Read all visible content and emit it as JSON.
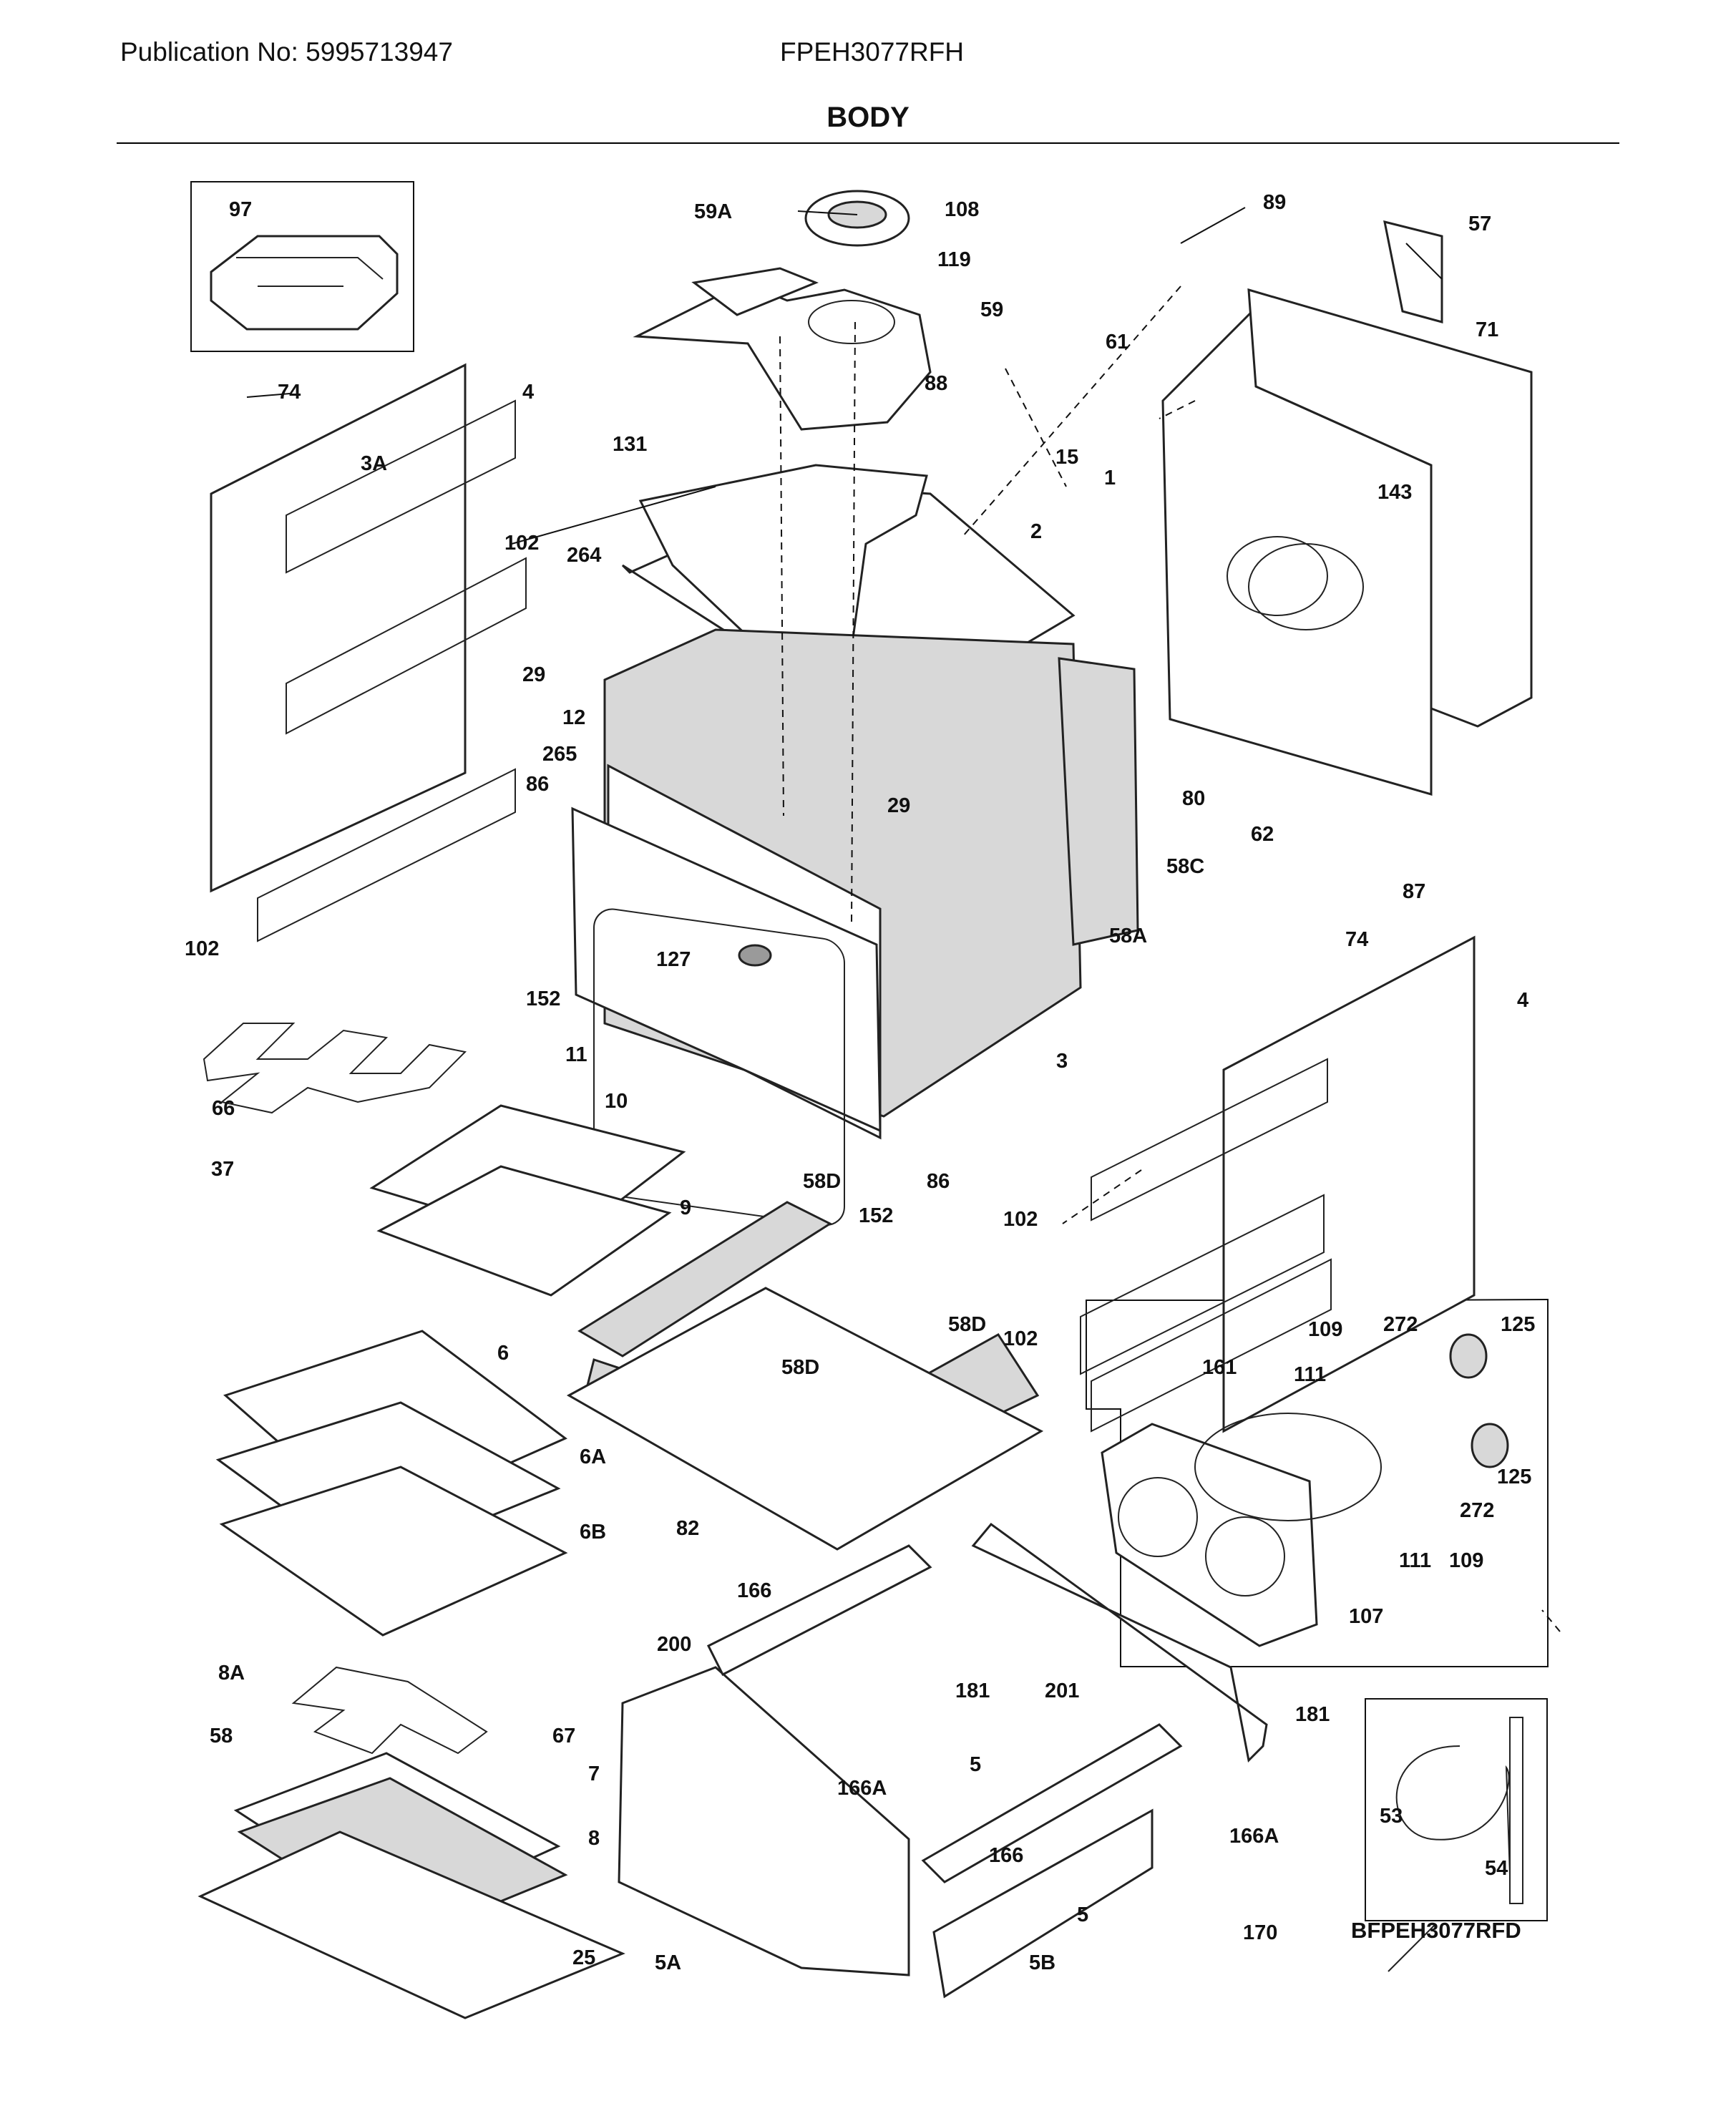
{
  "header": {
    "publication": "Publication No: 5995713947",
    "model": "FPEH3077RFH",
    "title": "BODY"
  },
  "diagram_ref": "BFPEH3077RFD",
  "labels": {
    "l97": "97",
    "l59A": "59A",
    "l108": "108",
    "l119": "119",
    "l59": "59",
    "l89": "89",
    "l57": "57",
    "l74a": "74",
    "l4a": "4",
    "l3Aa": "3A",
    "l61": "61",
    "l88": "88",
    "l71": "71",
    "l131": "131",
    "l15": "15",
    "l1": "1",
    "l143": "143",
    "l102a": "102",
    "l264": "264",
    "l2": "2",
    "l29a": "29",
    "l12": "12",
    "l265": "265",
    "l29b": "29",
    "l86a": "86",
    "l80": "80",
    "l62": "62",
    "l58C": "58C",
    "l87": "87",
    "l58A": "58A",
    "l102b": "102",
    "l152a": "152",
    "l127": "127",
    "l74b": "74",
    "l4b": "4",
    "l11": "11",
    "l3b": "3",
    "l66": "66",
    "l10": "10",
    "l37": "37",
    "l152b": "152",
    "l86b": "86",
    "l9": "9",
    "l58Da": "58D",
    "l102c": "102",
    "l102d": "102",
    "l109a": "109",
    "l272a": "272",
    "l125a": "125",
    "l161": "161",
    "l111a": "111",
    "l6": "6",
    "l58Db": "58D",
    "l58Dc": "58D",
    "l125b": "125",
    "l6A": "6A",
    "l272b": "272",
    "l82": "82",
    "l111b": "111",
    "l109b": "109",
    "l6B": "6B",
    "l166a": "166",
    "l107": "107",
    "l200": "200",
    "l8A": "8A",
    "l181a": "181",
    "l201": "201",
    "l181b": "181",
    "l58": "58",
    "l67": "67",
    "l5a": "5",
    "l166Aa": "166A",
    "l7": "7",
    "l53": "53",
    "l54": "54",
    "l166b": "166",
    "l166Ab": "166A",
    "l8": "8",
    "l5b": "5",
    "l170": "170",
    "l25": "25",
    "l5A": "5A",
    "l5B": "5B"
  }
}
